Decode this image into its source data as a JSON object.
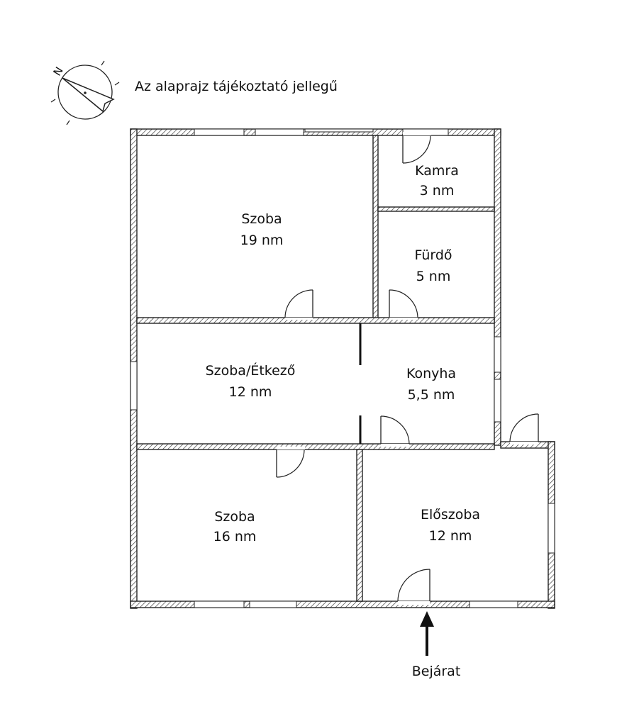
{
  "note": "Az alaprajz tájékoztató jellegű",
  "compass": {
    "icon": "north-arrow-icon",
    "letter": "N"
  },
  "rooms": [
    {
      "id": "szoba-1",
      "name": "Szoba",
      "area": "19 nm"
    },
    {
      "id": "kamra",
      "name": "Kamra",
      "area": "3 nm"
    },
    {
      "id": "furdo",
      "name": "Fürdő",
      "area": "5 nm"
    },
    {
      "id": "szoba-etkezo",
      "name": "Szoba/Étkező",
      "area": "12 nm"
    },
    {
      "id": "konyha",
      "name": "Konyha",
      "area": "5,5 nm"
    },
    {
      "id": "szoba-2",
      "name": "Szoba",
      "area": "16 nm"
    },
    {
      "id": "eloszoba",
      "name": "Előszoba",
      "area": "12 nm"
    }
  ],
  "entrance": {
    "label": "Bejárat",
    "icon": "entrance-arrow-icon"
  },
  "colors": {
    "line": "#222222",
    "background": "#ffffff"
  }
}
